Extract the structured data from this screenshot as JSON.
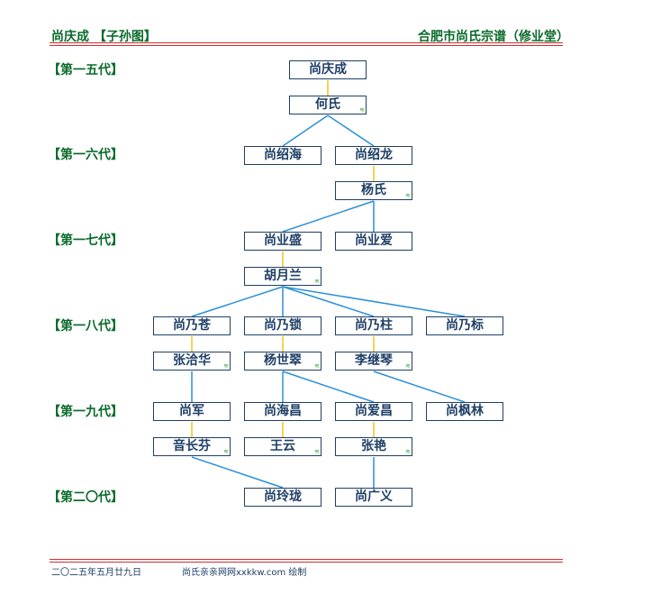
{
  "header": {
    "left_title": "尚庆成 【子孙图】",
    "right_title": "合肥市尚氏宗谱（修业堂）"
  },
  "generations": [
    "【第一五代】",
    "【第一六代】",
    "【第一七代】",
    "【第一八代】",
    "【第一九代】",
    "【第二〇代】"
  ],
  "people": {
    "qingcheng": "尚庆成",
    "heshi": "何氏",
    "shaohai": "尚绍海",
    "shaolong": "尚绍龙",
    "yangshi": "杨氏",
    "yesheng": "尚业盛",
    "yeai": "尚业爱",
    "huyuelan": "胡月兰",
    "naicang": "尚乃苍",
    "naisuo": "尚乃锁",
    "naizhu": "尚乃柱",
    "naibiao": "尚乃标",
    "zhangqiahua": "张洽华",
    "yangshicui": "杨世翠",
    "lijiqin": "李继琴",
    "shangjun": "尚军",
    "haichang": "尚海昌",
    "aichang": "尚爱昌",
    "fenglin": "尚枫林",
    "yinchangfen": "音长芬",
    "wangyun": "王云",
    "zhangyan": "张艳",
    "linglong": "尚玲珑",
    "guangyi": "尚广义"
  },
  "box_mark": "≋",
  "footer": {
    "date": "二〇二五年五月廿九日",
    "site": "尚氏亲亲网网xxkkw.com 绘制"
  },
  "colors": {
    "header_green": "#0b6b2a",
    "rule_red": "#d32f2f",
    "box_border": "#1f3f66",
    "child_line": "#2a8fd8",
    "spouse_line": "#f0c419"
  }
}
